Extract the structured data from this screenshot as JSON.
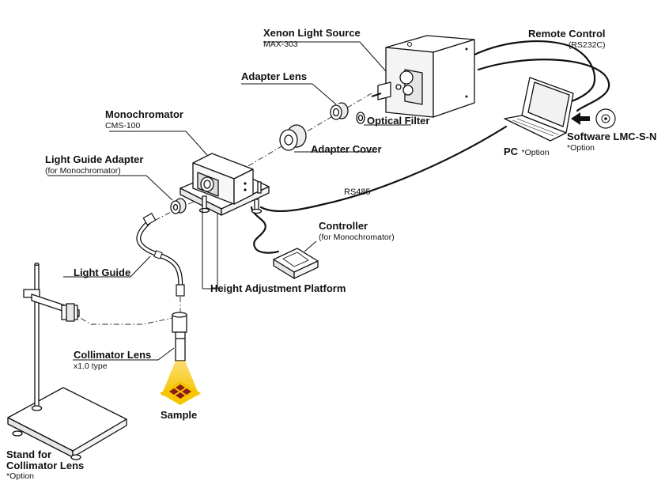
{
  "labels": {
    "xenon": {
      "title": "Xenon Light Source",
      "sub": "MAX-303"
    },
    "remote": {
      "title": "Remote Control",
      "sub": "(RS232C)"
    },
    "adapter_lens": {
      "title": "Adapter Lens"
    },
    "optical_filter": {
      "title": "Optical Filter"
    },
    "monochromator": {
      "title": "Monochromator",
      "sub": "CMS-100"
    },
    "adapter_cover": {
      "title": "Adapter Cover"
    },
    "light_guide_adapter": {
      "title": "Light Guide Adapter",
      "sub": "(for Monochromator)"
    },
    "rs485": {
      "text": "RS485"
    },
    "controller": {
      "title": "Controller",
      "sub": "(for Monochromator)"
    },
    "light_guide": {
      "title": "Light Guide"
    },
    "height_platform": {
      "title": "Height Adjustment Platform"
    },
    "collimator": {
      "title": "Collimator Lens",
      "sub": "x1.0 type"
    },
    "sample": {
      "title": "Sample"
    },
    "stand": {
      "line1": "Stand for",
      "line2": "Collimator Lens",
      "sub": "*Option"
    },
    "pc": {
      "title": "PC",
      "sub": "*Option"
    },
    "software": {
      "title": "Software LMC-S-N",
      "sub": "*Option"
    }
  },
  "colors": {
    "line": "#111111",
    "light": "#f6c400",
    "light_pale": "#fbe58a",
    "sample": "#8b1a1a",
    "device_face": "#ffffff",
    "device_side": "#ebebeb",
    "device_dark": "#d0d0d0"
  }
}
